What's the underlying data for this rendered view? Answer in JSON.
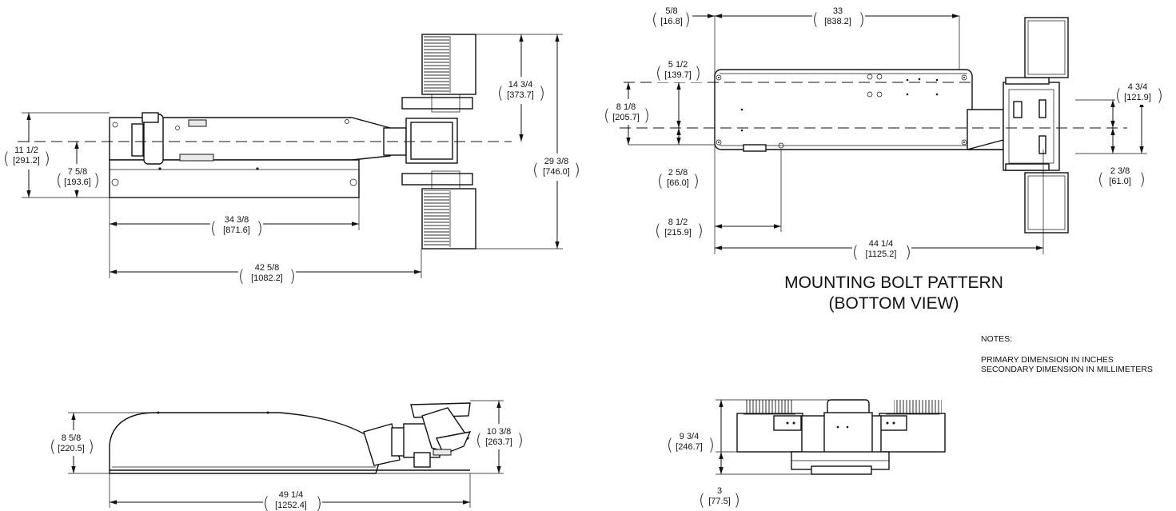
{
  "dimensions": {
    "top_view": {
      "overall_height": {
        "in": "11 1/2",
        "mm": "[291.2]"
      },
      "arm_offset": {
        "in": "7 5/8",
        "mm": "[193.6]"
      },
      "head_half": {
        "in": "14 3/4",
        "mm": "[373.7]"
      },
      "head_width": {
        "in": "29 3/8",
        "mm": "[746.0]"
      },
      "body_length": {
        "in": "34 3/8",
        "mm": "[871.6]"
      },
      "overall_length": {
        "in": "42 5/8",
        "mm": "[1082.2]"
      }
    },
    "bottom_view": {
      "edge_offset": {
        "in": "5/8",
        "mm": "[16.8]"
      },
      "bolt_span": {
        "in": "33",
        "mm": "[838.2]"
      },
      "upper_offset": {
        "in": "5 1/2",
        "mm": "[139.7]"
      },
      "bolt_height": {
        "in": "8 1/8",
        "mm": "[205.7]"
      },
      "lower_offset": {
        "in": "2 5/8",
        "mm": "[66.0]"
      },
      "first_bolt": {
        "in": "8 1/2",
        "mm": "[215.9]"
      },
      "overall_bolt": {
        "in": "44 1/4",
        "mm": "[1125.2]"
      },
      "slot_upper": {
        "in": "4 3/4",
        "mm": "[121.9]"
      },
      "slot_lower": {
        "in": "2 3/8",
        "mm": "[61.0]"
      }
    },
    "side_view": {
      "body_height": {
        "in": "8 5/8",
        "mm": "[220.5]"
      },
      "head_height": {
        "in": "10 3/8",
        "mm": "[263.7]"
      },
      "overall_length": {
        "in": "49 1/4",
        "mm": "[1252.4]"
      }
    },
    "end_view": {
      "overall_height": {
        "in": "9 3/4",
        "mm": "[246.7]"
      },
      "base_height": {
        "in": "3",
        "mm": "[77.5]"
      }
    }
  },
  "captions": {
    "line1": "MOUNTING BOLT PATTERN",
    "line2": "(BOTTOM VIEW)"
  },
  "notes": {
    "heading": "NOTES:",
    "line1": "PRIMARY DIMENSION IN INCHES",
    "line2": "SECONDARY DIMENSION IN MILLIMETERS"
  }
}
